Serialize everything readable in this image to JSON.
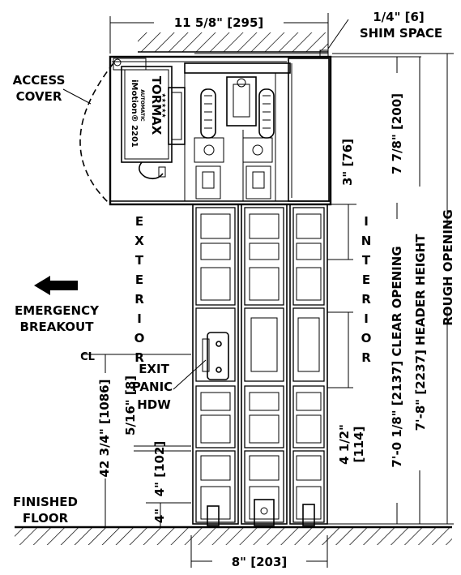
{
  "dimensions": {
    "top_width": "11 5/8\" [295]",
    "shim_line1": "1/4\" [6]",
    "shim_line2": "SHIM SPACE",
    "header_depth": "3\" [76]",
    "header_height_in": "7 7/8\" [200]",
    "clear_opening": "7'-0 1/8\" [2137] CLEAR OPENING",
    "header_height": "7'-8\" [2237] HEADER HEIGHT",
    "rough_opening": "ROUGH OPENING",
    "panic_height": "42 3/4\" [1086]",
    "small_gap": "5/16\" [8]",
    "bottom_rail": "4\" [102]",
    "bottom_4in": "4\"",
    "mid_dim_line1": "4 1/2\"",
    "mid_dim_line2": "[114]",
    "bottom_width": "8\" [203]"
  },
  "labels": {
    "access_line1": "ACCESS",
    "access_line2": "COVER",
    "emergency_line1": "EMERGENCY",
    "emergency_line2": "BREAKOUT",
    "exit_line1": "EXIT",
    "exit_line2": "PANIC",
    "exit_line3": "HDW",
    "finished_line1": "FINISHED",
    "finished_line2": "FLOOR",
    "centerline": "CL",
    "exterior_letters": [
      "E",
      "X",
      "T",
      "E",
      "R",
      "I",
      "O",
      "R"
    ],
    "interior_letters": [
      "I",
      "N",
      "T",
      "E",
      "R",
      "I",
      "O",
      "R"
    ]
  },
  "operator": {
    "brand": "TORMAX",
    "sub": "AUTOMATIC",
    "model": "iMotion® 2201",
    "stars": "★★★★★"
  }
}
